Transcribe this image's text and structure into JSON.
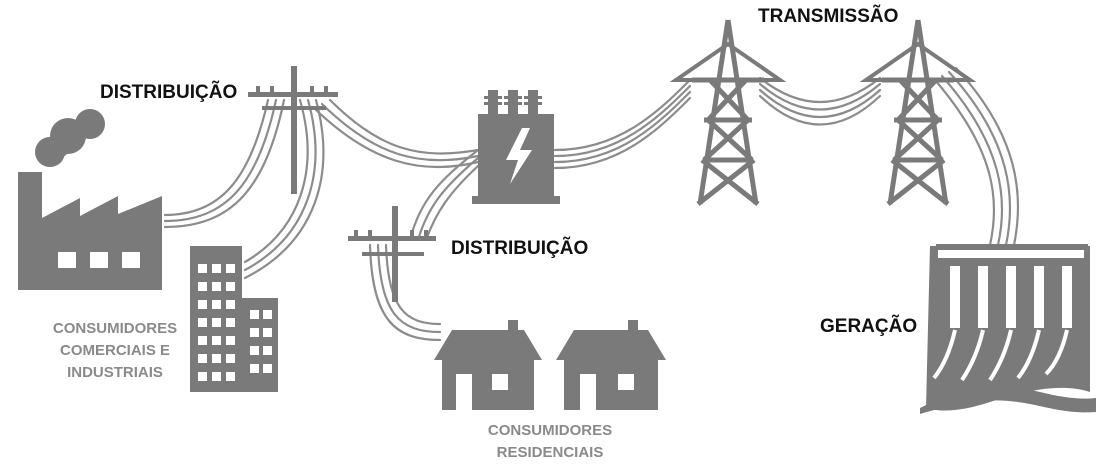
{
  "labels": {
    "transmission": "TRANSMISSÃO",
    "distribution_top": "DISTRIBUIÇÃO",
    "distribution_mid": "DISTRIBUIÇÃO",
    "generation": "GERAÇÃO",
    "commercial_industrial": [
      "CONSUMIDORES",
      "COMERCIAIS E",
      "INDUSTRIAIS"
    ],
    "residential": [
      "CONSUMIDORES",
      "RESIDENCIAIS"
    ]
  },
  "colors": {
    "icon": "#7a7a7a",
    "line": "#8c8c8c",
    "label_dark": "#111111",
    "label_gray": "#8a8a8a"
  }
}
